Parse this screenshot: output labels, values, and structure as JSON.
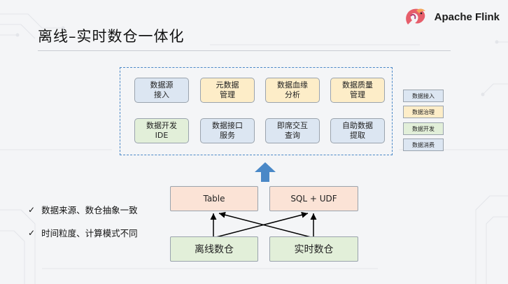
{
  "title": "离线–实时数仓一体化",
  "brand": {
    "name": "Apache Flink",
    "logo_icon": "squirrel-logo"
  },
  "capabilities": [
    {
      "label": "数据源\n接入",
      "category": "blue"
    },
    {
      "label": "元数据\n管理",
      "category": "yellow"
    },
    {
      "label": "数据血缘\n分析",
      "category": "yellow"
    },
    {
      "label": "数据质量\n管理",
      "category": "yellow"
    },
    {
      "label": "数据开发\nIDE",
      "category": "green"
    },
    {
      "label": "数据接口\n服务",
      "category": "blue"
    },
    {
      "label": "即席交互\n查询",
      "category": "blue"
    },
    {
      "label": "自助数据\n提取",
      "category": "blue"
    }
  ],
  "legend": [
    {
      "label": "数据接入",
      "color": "#dce6f2"
    },
    {
      "label": "数据治理",
      "color": "#fdedc8"
    },
    {
      "label": "数据开发",
      "color": "#e2efd9"
    },
    {
      "label": "数据消费",
      "color": "#dce6f2"
    }
  ],
  "api_layer": {
    "left": "Table",
    "right": "SQL + UDF"
  },
  "storage_layer": {
    "left": "离线数仓",
    "right": "实时数仓"
  },
  "bullets": [
    "数据来源、数仓抽象一致",
    "时间粒度、计算模式不同"
  ],
  "colors": {
    "accent_arrow": "#4a88c7",
    "dashed_border": "#4a88c7"
  }
}
